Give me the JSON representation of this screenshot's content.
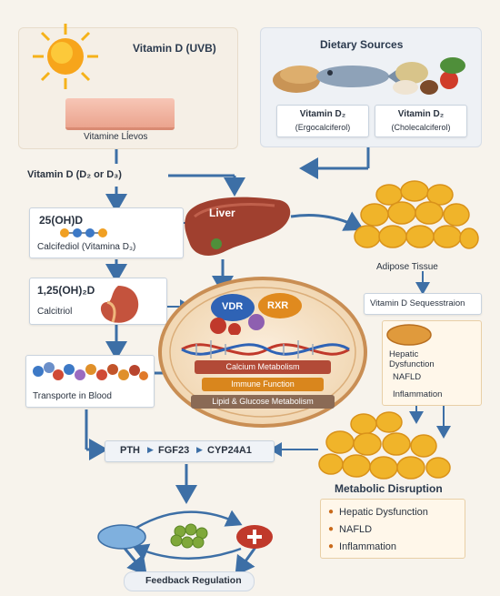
{
  "uvb": {
    "title": "Vitamin D (UVB)",
    "skin_label": "Vitamine Lĺevos"
  },
  "dietary": {
    "title": "Dietary Sources",
    "d2": {
      "name": "Vitamin D₂",
      "sub": "(Ergocalciferol)"
    },
    "d3": {
      "name": "Vitamin D₂",
      "sub": "(Cholecalciferol)"
    }
  },
  "merge_label": "Vitamin D (D₂ or D₃)",
  "liver_label": "Liver",
  "calcifediol": {
    "title": "25(OH)D",
    "sub": "Calcifediol (Vitamina D₃)"
  },
  "calcitriol": {
    "title": "1,25(OH)₂D",
    "sub": "Calcitriol"
  },
  "adipose_label": "Adipose Tissue",
  "sequestration_label": "Vitamin D Sequesstraion",
  "side_effects": [
    "Hepatic Dysfunction",
    "NAFLD",
    "Inflammation"
  ],
  "nucleus": {
    "vdr": "VDR",
    "rxr": "RXR",
    "bars": [
      "Calcium Metabolism",
      "Immune Function",
      "Lipid & Glucose Metabolism"
    ]
  },
  "transport_label": "Transporte in Blood",
  "regulators": [
    "PTH",
    "FGF23",
    "CYP24A1"
  ],
  "metabolic": {
    "title": "Metabolic Disruption",
    "items": [
      "Hepatic Dysfunction",
      "NAFLD",
      "Inflammation"
    ]
  },
  "feedback_label": "Feedback Regulation",
  "colors": {
    "arrow": "#3d6fa6",
    "liver": "#a0402f",
    "fat": "#f0b42a",
    "vdr": "#2f63b5",
    "rxr": "#e08a1e",
    "accent": "#c0392b"
  }
}
